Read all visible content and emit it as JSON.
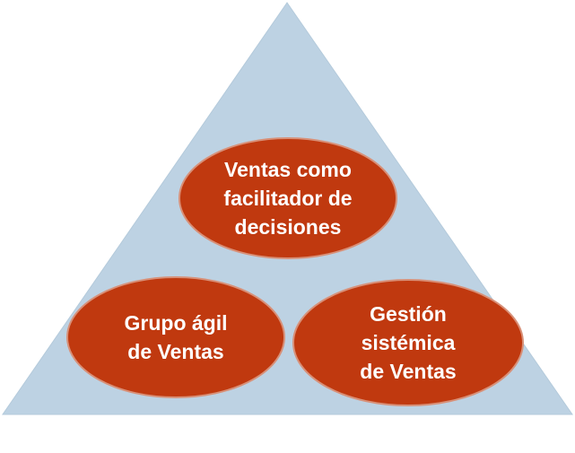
{
  "colors": {
    "triangle_fill": "#bdd2e3",
    "bubble_fill": "#c0390f",
    "bubble_stroke": "#d89078",
    "text": "#ffffff"
  },
  "diagram": {
    "top": {
      "lines": [
        "Ventas como",
        "facilitador de",
        "decisiones"
      ]
    },
    "left": {
      "lines": [
        "Grupo ágil",
        "de Ventas"
      ]
    },
    "right": {
      "lines": [
        "Gestión",
        "sistémica",
        "de Ventas"
      ]
    }
  }
}
